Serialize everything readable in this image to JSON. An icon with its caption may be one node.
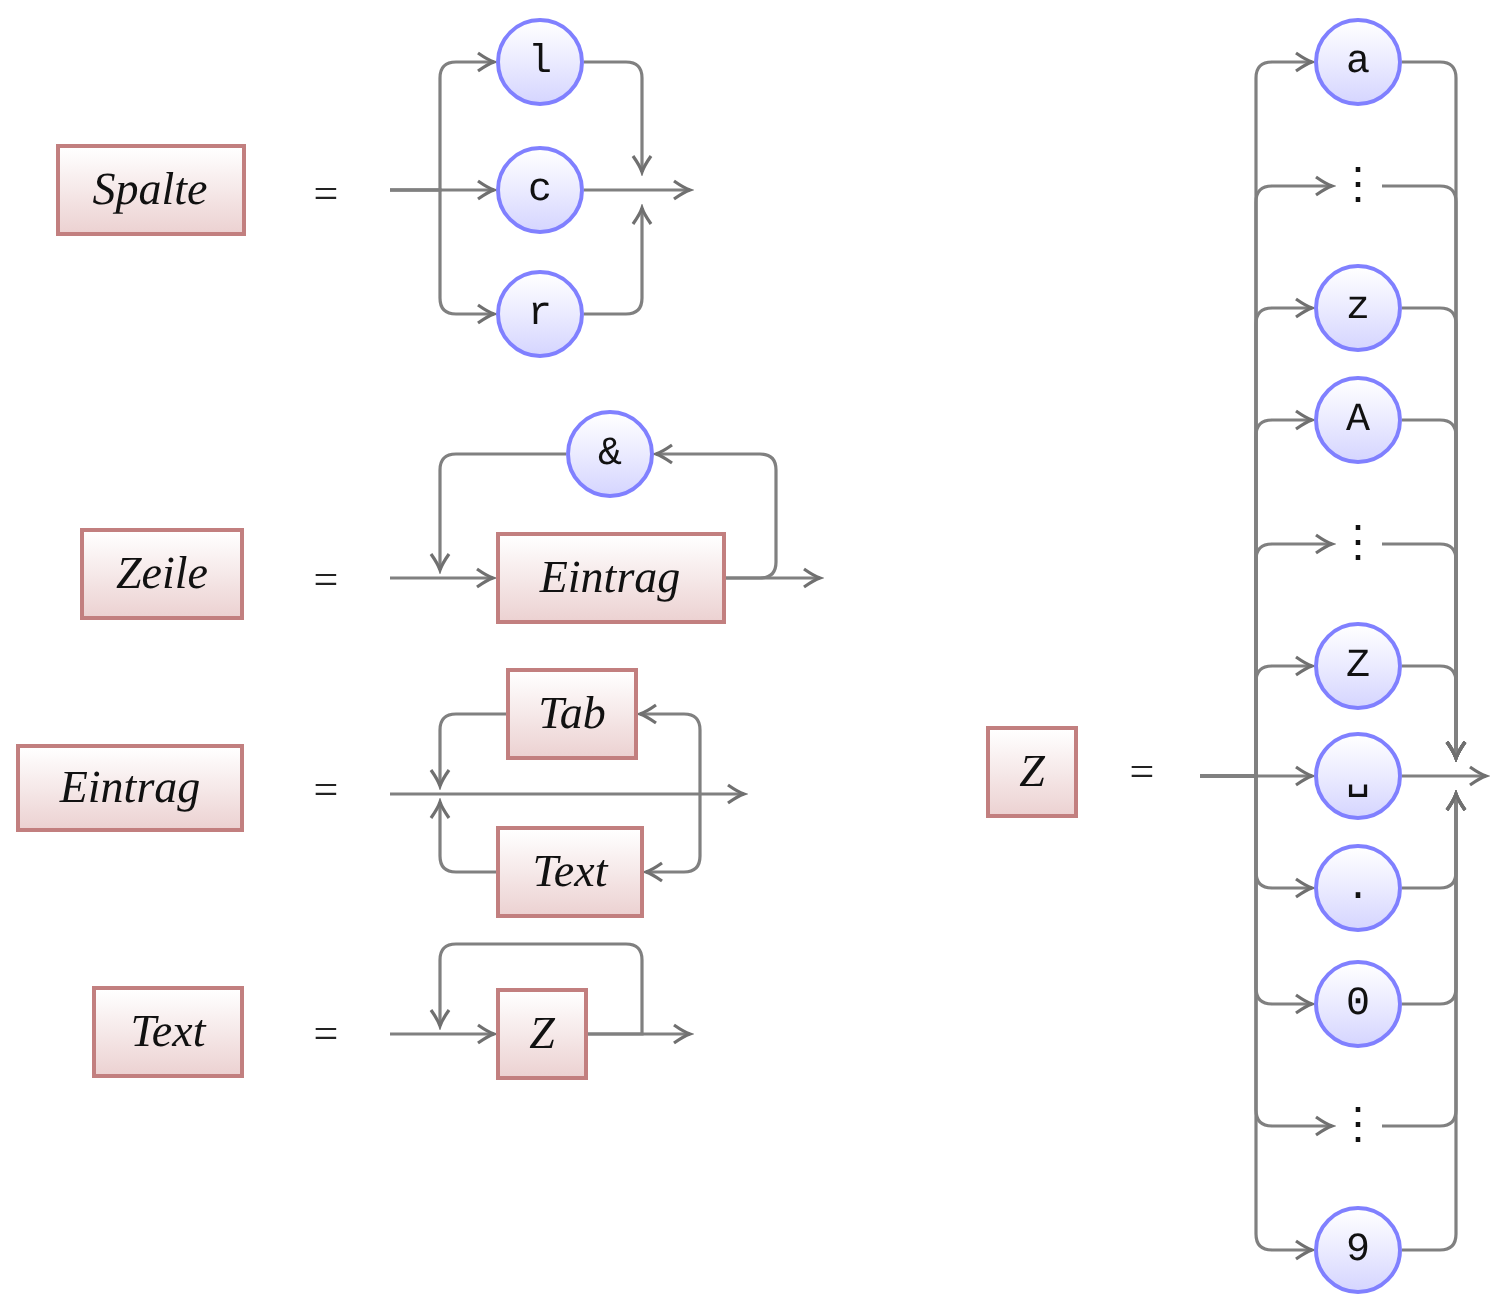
{
  "diagram": {
    "nodes": [
      {
        "text": [
          "Spalte"
        ]
      },
      {
        "text": [
          "l"
        ]
      },
      {
        "text": [
          "c"
        ]
      },
      {
        "text": [
          "r"
        ]
      },
      {
        "text": [
          "Zeile"
        ]
      },
      {
        "text": [
          "&"
        ]
      },
      {
        "text": [
          "Eintrag"
        ]
      },
      {
        "text": [
          "Eintrag"
        ]
      },
      {
        "text": [
          "Tab"
        ]
      },
      {
        "text": [
          "Text"
        ]
      },
      {
        "text": [
          "Text"
        ]
      },
      {
        "text": [
          "Z"
        ]
      },
      {
        "text": [
          "Z"
        ]
      },
      {
        "text": [
          "a"
        ]
      },
      {
        "text": [
          "⋮"
        ]
      },
      {
        "text": [
          "z"
        ]
      },
      {
        "text": [
          "A"
        ]
      },
      {
        "text": [
          "⋮"
        ]
      },
      {
        "text": [
          "Z"
        ]
      },
      {
        "text": [
          "␣"
        ]
      },
      {
        "text": [
          "."
        ]
      },
      {
        "text": [
          "0"
        ]
      },
      {
        "text": [
          "⋮"
        ]
      },
      {
        "text": [
          "9"
        ]
      }
    ],
    "edges": [
      {
        "from": null,
        "to": 1,
        "arrow": "to"
      },
      {
        "from": null,
        "to": 2,
        "arrow": "to"
      },
      {
        "from": null,
        "to": 3,
        "arrow": "to"
      },
      {
        "from": 1,
        "to": null,
        "arrow": "to"
      },
      {
        "from": 2,
        "to": null,
        "arrow": "to"
      },
      {
        "from": 3,
        "to": null,
        "arrow": "to"
      },
      {
        "from": null,
        "to": 6,
        "arrow": "to"
      },
      {
        "from": 6,
        "to": 5,
        "arrow": "to"
      },
      {
        "from": 5,
        "to": 6,
        "arrow": "to"
      },
      {
        "from": 6,
        "to": null,
        "arrow": "to"
      },
      {
        "from": null,
        "to": 8,
        "arrow": "to"
      },
      {
        "from": 8,
        "to": null,
        "arrow": "to"
      },
      {
        "from": null,
        "to": 9,
        "arrow": "to"
      },
      {
        "from": 9,
        "to": null,
        "arrow": "to"
      },
      {
        "from": null,
        "to": 11,
        "arrow": "to"
      },
      {
        "from": 11,
        "to": 11,
        "arrow": "to"
      },
      {
        "from": 11,
        "to": null,
        "arrow": "to"
      },
      {
        "from": null,
        "to": 13,
        "arrow": "to"
      },
      {
        "from": 13,
        "to": null,
        "arrow": "to"
      },
      {
        "from": null,
        "to": 14,
        "arrow": "to"
      },
      {
        "from": 14,
        "to": null,
        "arrow": "to"
      },
      {
        "from": null,
        "to": 15,
        "arrow": "to"
      },
      {
        "from": 15,
        "to": null,
        "arrow": "to"
      },
      {
        "from": null,
        "to": 16,
        "arrow": "to"
      },
      {
        "from": 16,
        "to": null,
        "arrow": "to"
      },
      {
        "from": null,
        "to": 17,
        "arrow": "to"
      },
      {
        "from": 17,
        "to": null,
        "arrow": "to"
      },
      {
        "from": null,
        "to": 18,
        "arrow": "to"
      },
      {
        "from": 18,
        "to": null,
        "arrow": "to"
      },
      {
        "from": null,
        "to": 19,
        "arrow": "to"
      },
      {
        "from": 19,
        "to": null,
        "arrow": "to"
      },
      {
        "from": null,
        "to": 20,
        "arrow": "to"
      },
      {
        "from": 20,
        "to": null,
        "arrow": "to"
      },
      {
        "from": null,
        "to": 21,
        "arrow": "to"
      },
      {
        "from": 21,
        "to": null,
        "arrow": "to"
      },
      {
        "from": null,
        "to": 22,
        "arrow": "to"
      },
      {
        "from": 22,
        "to": null,
        "arrow": "to"
      },
      {
        "from": null,
        "to": 23,
        "arrow": "to"
      },
      {
        "from": 23,
        "to": null,
        "arrow": "to"
      }
    ],
    "labels": [
      "=",
      "=",
      "=",
      "=",
      "="
    ]
  }
}
